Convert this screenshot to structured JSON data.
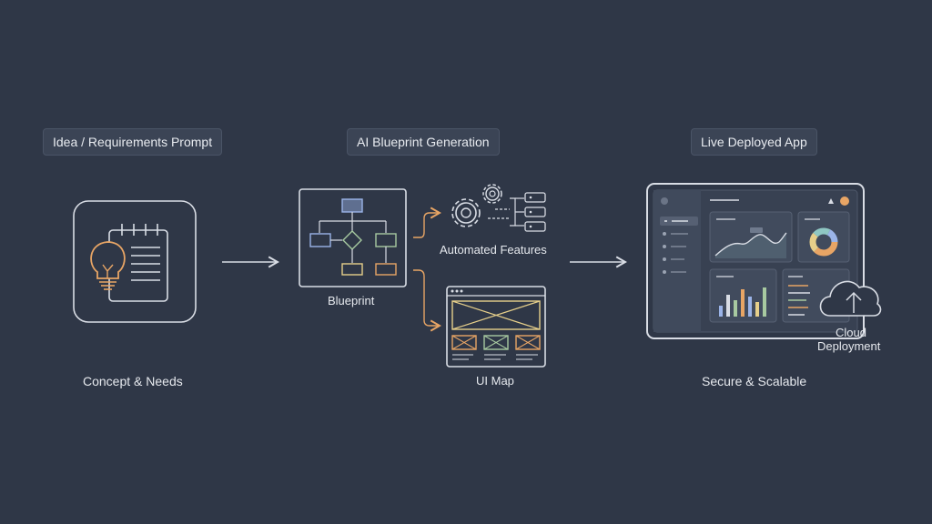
{
  "stages": {
    "idea": {
      "title": "Idea / Requirements Prompt",
      "caption": "Concept & Needs"
    },
    "blueprint": {
      "title": "AI Blueprint Generation",
      "caption": "Blueprint",
      "features_caption": "Automated Features",
      "uimap_caption": "UI Map"
    },
    "deploy": {
      "title": "Live Deployed App",
      "caption": "Secure & Scalable",
      "cloud_caption_line1": "Cloud",
      "cloud_caption_line2": "Deployment"
    }
  },
  "colors": {
    "background": "#2f3747",
    "line": "#d9dde5",
    "orange": "#e8a565",
    "blue": "#9bb4e8",
    "green": "#a7c9a0",
    "yellow": "#e6cf8a",
    "teal": "#8fc7c3"
  },
  "icons": [
    "lightbulb-icon",
    "notepad-icon",
    "flowchart-icon",
    "gear-icon",
    "wireframe-icon",
    "dashboard-icon",
    "cloud-upload-icon"
  ]
}
